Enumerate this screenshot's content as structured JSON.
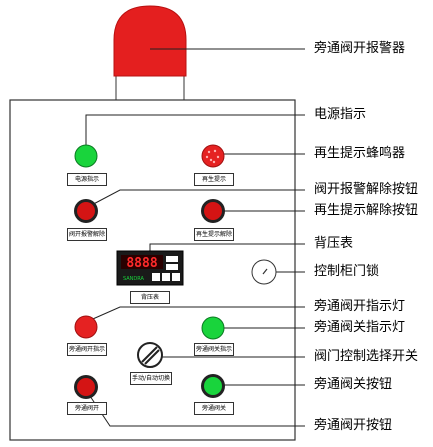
{
  "callouts": {
    "alarm": "旁通阀开报警器",
    "power_indicator": "电源指示",
    "regen_buzzer": "再生提示蜂鸣器",
    "alarm_release_button": "阀开报警解除按钮",
    "regen_release_button": "再生提示解除按钮",
    "back_pressure_meter": "背压表",
    "cabinet_lock": "控制柜门锁",
    "bypass_open_indicator": "旁通阀开指示灯",
    "bypass_close_indicator": "旁通阀关指示灯",
    "valve_selector_switch": "阀门控制选择开关",
    "bypass_close_button": "旁通阀关按钮",
    "bypass_open_button": "旁通阀开按钮"
  },
  "plates": {
    "power": "电源指示",
    "regen": "再生提示",
    "alarm_release": "阀开报警解除",
    "regen_release": "再生提示解除",
    "meter": "背压表",
    "open_ind": "旁通阀开指示",
    "close_ind": "旁通阀关指示",
    "selector": "手动/自动切换",
    "open_btn": "旁通阀开",
    "close_btn": "旁通阀关"
  },
  "meter": {
    "display": "8888",
    "brand": "SANDRA"
  },
  "colors": {
    "alarm_red": "#e41f1f",
    "indicator_green": "#19d43c",
    "button_red": "#d41414",
    "buzzer_red": "#e52222",
    "meter_digits": "#ff2a2a"
  }
}
